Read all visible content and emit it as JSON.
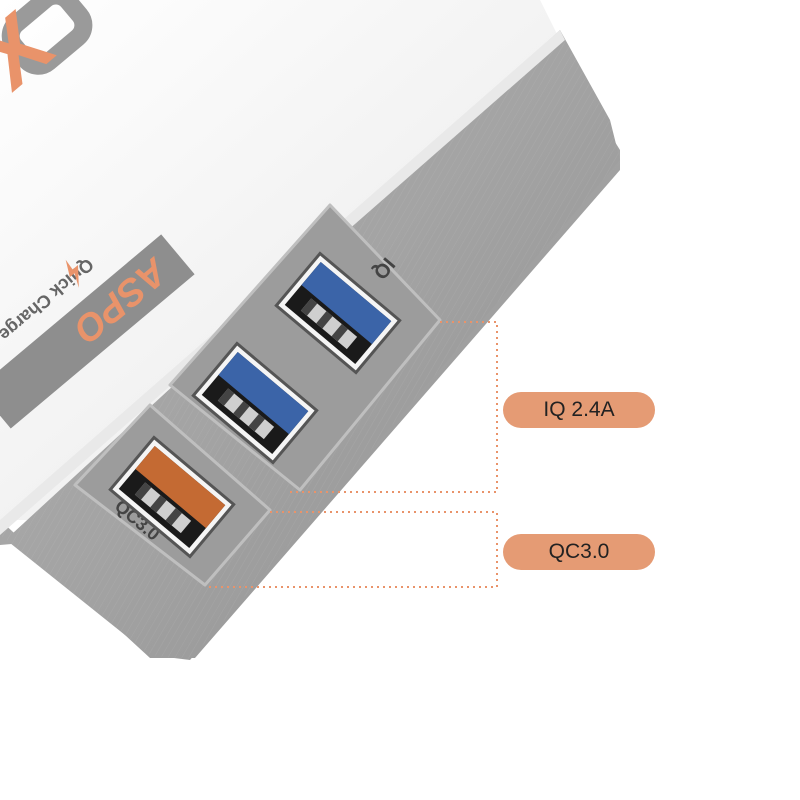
{
  "product": {
    "brand_text": "ASPO",
    "tagline": "Quick Charge",
    "logo_letter": "X"
  },
  "ports": [
    {
      "label": "IQ",
      "color": "#3b64a8",
      "count": 2
    },
    {
      "label": "QC3.0",
      "color": "#c46a33",
      "count": 1
    }
  ],
  "callouts": {
    "iq": "IQ 2.4A",
    "qc": "QC3.0"
  },
  "colors": {
    "accent": "#e9936a",
    "badge": "#e59b74",
    "body_white": "#f2f2f2",
    "body_gray": "#9a9a9a",
    "usb_blue": "#3b64a8",
    "usb_orange": "#c46a33"
  }
}
